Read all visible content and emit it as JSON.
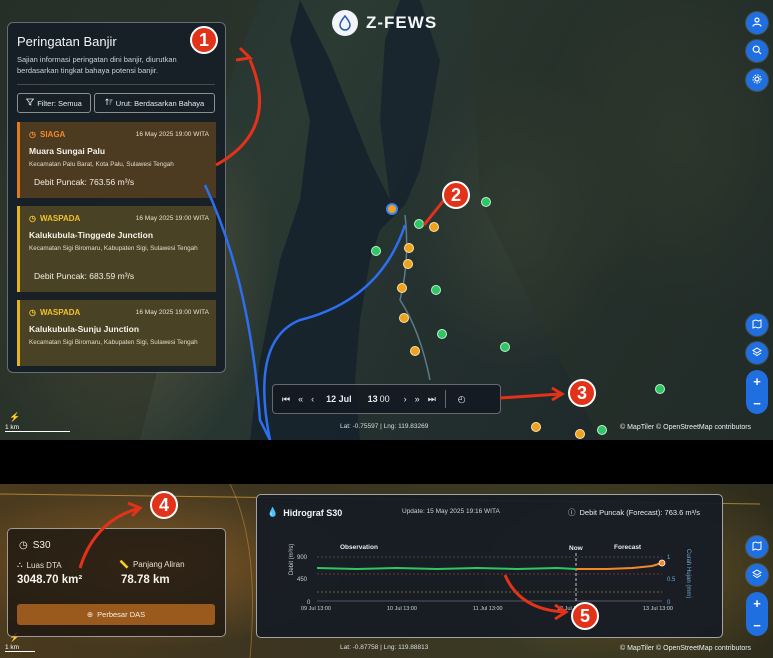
{
  "app": {
    "name": "Z-FEWS"
  },
  "panel": {
    "title": "Peringatan Banjir",
    "description": "Sajian informasi peringatan dini banjir, diurutkan berdasarkan tingkat bahaya potensi banjir.",
    "filter_label": "Filter: Semua",
    "sort_label": "Urut: Berdasarkan Bahaya",
    "cards": [
      {
        "level": "SIAGA",
        "datetime": "16 May 2025 19:00 WITA",
        "name": "Muara Sungai Palu",
        "location": "Kecamatan Palu Barat, Kota Palu, Sulawesi Tengah",
        "peak": "Debit Puncak: 763.56 m³/s"
      },
      {
        "level": "WASPADA",
        "datetime": "16 May 2025 19:00 WITA",
        "name": "Kalukubula-Tinggede Junction",
        "location": "Kecamatan Sigi Biromaru, Kabupaten Sigi, Sulawesi Tengah",
        "peak": "Debit Puncak: 683.59 m³/s"
      },
      {
        "level": "WASPADA",
        "datetime": "16 May 2025 19:00 WITA",
        "name": "Kalukubula-Sunju Junction",
        "location": "Kecamatan Sigi Biromaru, Kabupaten Sigi, Sulawesi Tengah",
        "peak": ""
      }
    ]
  },
  "timebar": {
    "date": "12 Jul",
    "hour": "13",
    "minute": "00"
  },
  "top_map": {
    "coords": "Lat: -0.75597 | Lng: 119.83269",
    "attribution": "© MapTiler © OpenStreetMap contributors",
    "scale": "1 km"
  },
  "bottom_map": {
    "coords": "Lat: -0.87758 | Lng: 119.88813",
    "attribution": "© MapTiler © OpenStreetMap contributors",
    "scale": "1 km"
  },
  "s30": {
    "title": "S30",
    "area_label": "Luas DTA",
    "area_value": "3048.70 km²",
    "length_label": "Panjang Aliran",
    "length_value": "78.78 km",
    "button_label": "Perbesar DAS"
  },
  "hydrograph": {
    "title": "Hidrograf S30",
    "updated": "Update: 15 May 2025 19:16 WITA",
    "peak": "Debit Puncak (Forecast): 763.6 m³/s",
    "observation_label": "Observation",
    "now_label": "Now",
    "forecast_label": "Forecast",
    "y_left_label": "Debit (m³/s)",
    "y_right_label": "Curah Hujan (mm)",
    "y_left_ticks": [
      "900",
      "450",
      "0"
    ],
    "y_right_ticks": [
      "1",
      "0.5",
      "0"
    ],
    "x_ticks": [
      "09 Jul 13:00",
      "10 Jul 13:00",
      "11 Jul 13:00",
      "12 Jul 13:00",
      "13 Jul 13:00"
    ]
  },
  "annotations": [
    "1",
    "2",
    "3",
    "4",
    "5"
  ],
  "colors": {
    "accent": "#1f6fe0",
    "siaga": "#e07a1a",
    "waspada": "#e3b21e",
    "observation": "#2ec764",
    "forecast": "#f08a28",
    "annotation": "#e2321a"
  }
}
